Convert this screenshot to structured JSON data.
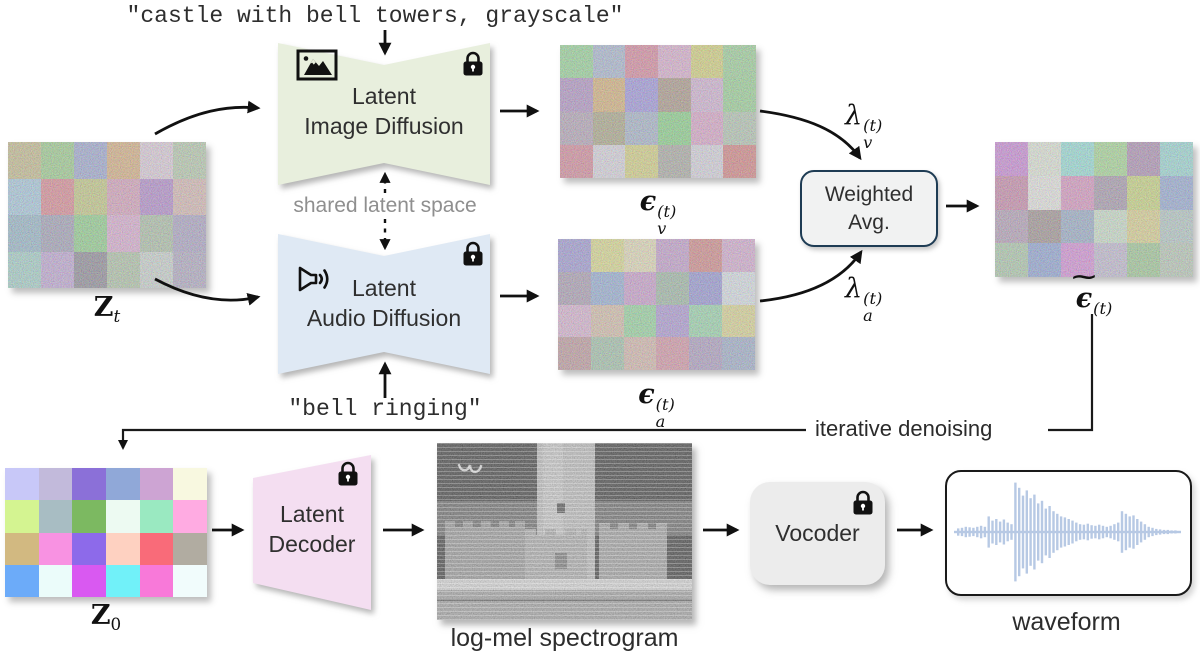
{
  "prompts": {
    "image_prompt": "\"castle with bell towers, grayscale\"",
    "audio_prompt": "\"bell ringing\""
  },
  "blocks": {
    "image_diffusion": {
      "line1": "Latent",
      "line2": "Image Diffusion"
    },
    "audio_diffusion": {
      "line1": "Latent",
      "line2": "Audio Diffusion"
    },
    "weighted_avg": {
      "line1": "Weighted",
      "line2": "Avg."
    },
    "latent_decoder": {
      "line1": "Latent",
      "line2": "Decoder"
    },
    "vocoder": {
      "label": "Vocoder"
    }
  },
  "annotations": {
    "shared_latent_space": "shared latent space",
    "iterative_denoising": "iterative denoising",
    "spectrogram_caption": "log-mel spectrogram",
    "waveform_caption": "waveform"
  },
  "math": {
    "zt": {
      "base": "Z",
      "sub": "t"
    },
    "z0": {
      "base": "Z",
      "sub": "0"
    },
    "eps_v": {
      "base": "ϵ",
      "sub": "v",
      "sup": "(t)"
    },
    "eps_a": {
      "base": "ϵ",
      "sub": "a",
      "sup": "(t)"
    },
    "eps_tilde": {
      "tilde": "~",
      "base": "ϵ",
      "sup": "(t)"
    },
    "lambda_v": {
      "base": "λ",
      "sub": "v",
      "sup": "(t)"
    },
    "lambda_a": {
      "base": "λ",
      "sub": "a",
      "sup": "(t)"
    }
  },
  "colors": {
    "block_image_fill": "#e8efdd",
    "block_audio_fill": "#dfe9f4",
    "block_decoder_fill": "#f4def1",
    "block_vocoder_fill": "#ececec",
    "weighted_avg_border": "#1e3c54",
    "waveform_color": "#b7c9e4",
    "arrow_color": "#111111"
  },
  "grids": {
    "zt": {
      "noisy": true,
      "colors": [
        [
          "#c8bd85",
          "#97d385",
          "#9aa6d8",
          "#dfae77",
          "#e5d2e3",
          "#b7cfad"
        ],
        [
          "#a3cde8",
          "#e3808d",
          "#c6cd79",
          "#de9dbe",
          "#b282d2",
          "#debab4"
        ],
        [
          "#8fb6cd",
          "#9d9cb8",
          "#88d584",
          "#e2abd8",
          "#abc2a6",
          "#a9a0c8"
        ],
        [
          "#9fd5cd",
          "#c2a4dc",
          "#84808f",
          "#aec6a6",
          "#ced9d4",
          "#afa7c6"
        ]
      ]
    },
    "eps_v": {
      "noisy": true,
      "colors": [
        [
          "#90dc92",
          "#a7b8d8",
          "#e07f9a",
          "#e3aed6",
          "#dcd96e",
          "#97d893"
        ],
        [
          "#b08cc9",
          "#ddb06e",
          "#9a8fe8",
          "#a8917f",
          "#d9b3dc",
          "#93d88f"
        ],
        [
          "#b3a0b8",
          "#a8a37e",
          "#a3b4cf",
          "#7fd87f",
          "#e3a3cf",
          "#b3c9b3"
        ],
        [
          "#dc8095",
          "#e0dce8",
          "#dcd878",
          "#a8a8a0",
          "#dedbe8",
          "#dc7878"
        ]
      ]
    },
    "eps_a": {
      "noisy": true,
      "colors": [
        [
          "#9a93dc",
          "#e3e385",
          "#ece3b8",
          "#c79ad3",
          "#d87f7f",
          "#dcaad8"
        ],
        [
          "#a898b3",
          "#8facdc",
          "#cf9ad3",
          "#9ab8a3",
          "#8f8fdc",
          "#dfe8f0"
        ],
        [
          "#e0b3d8",
          "#dcc0a8",
          "#8fdc9a",
          "#ab93dc",
          "#93dcaa",
          "#e3dc8a"
        ],
        [
          "#c09398",
          "#9ec4a8",
          "#dcb8ab",
          "#dc8fa3",
          "#ab98c4",
          "#9aaccf"
        ]
      ]
    },
    "eps_tilde": {
      "noisy": true,
      "colors": [
        [
          "#cf7fe0",
          "#e8f0e0",
          "#8fe8e0",
          "#a3e08f",
          "#ab87b3",
          "#93e0dc"
        ],
        [
          "#cc7fa8",
          "#f0f0ec",
          "#e08fc4",
          "#a393ab",
          "#ccdc72",
          "#8fa8dc"
        ],
        [
          "#b39ab8",
          "#9a8a8a",
          "#93aacc",
          "#cfe8cf",
          "#e3d887",
          "#b3ccc9"
        ],
        [
          "#aaccaa",
          "#87a0dc",
          "#dc87e0",
          "#c4bcd8",
          "#9acc8f",
          "#b8ccb8"
        ]
      ]
    },
    "z0": {
      "noisy": false,
      "colors": [
        [
          "#c8c8f8",
          "#c2badb",
          "#8b70d8",
          "#90a8d8",
          "#cda4d3",
          "#f8f8e0"
        ],
        [
          "#d4f491",
          "#a8bdc3",
          "#7cb961",
          "#edfaf2",
          "#9ae9c1",
          "#ffabe2"
        ],
        [
          "#d2b981",
          "#f892e2",
          "#8d6aea",
          "#fed1c1",
          "#f96b79",
          "#b1aca1"
        ],
        [
          "#6cabf9",
          "#ebfcfa",
          "#d959f1",
          "#71f1f9",
          "#f879d9",
          "#f1fcfc"
        ]
      ]
    }
  },
  "waveform": {
    "amplitudes": [
      0.07,
      0.08,
      0.1,
      0.09,
      0.08,
      0.1,
      0.12,
      0.1,
      0.3,
      0.22,
      0.25,
      0.2,
      0.24,
      0.18,
      0.15,
      0.95,
      0.85,
      0.7,
      0.8,
      0.65,
      0.72,
      0.55,
      0.6,
      0.45,
      0.5,
      0.4,
      0.35,
      0.3,
      0.28,
      0.25,
      0.22,
      0.18,
      0.15,
      0.14,
      0.16,
      0.13,
      0.12,
      0.14,
      0.12,
      0.1,
      0.12,
      0.15,
      0.18,
      0.4,
      0.35,
      0.3,
      0.32,
      0.25,
      0.2,
      0.15,
      0.1,
      0.08,
      0.06,
      0.05,
      0.04,
      0.04,
      0.03,
      0.03
    ]
  }
}
